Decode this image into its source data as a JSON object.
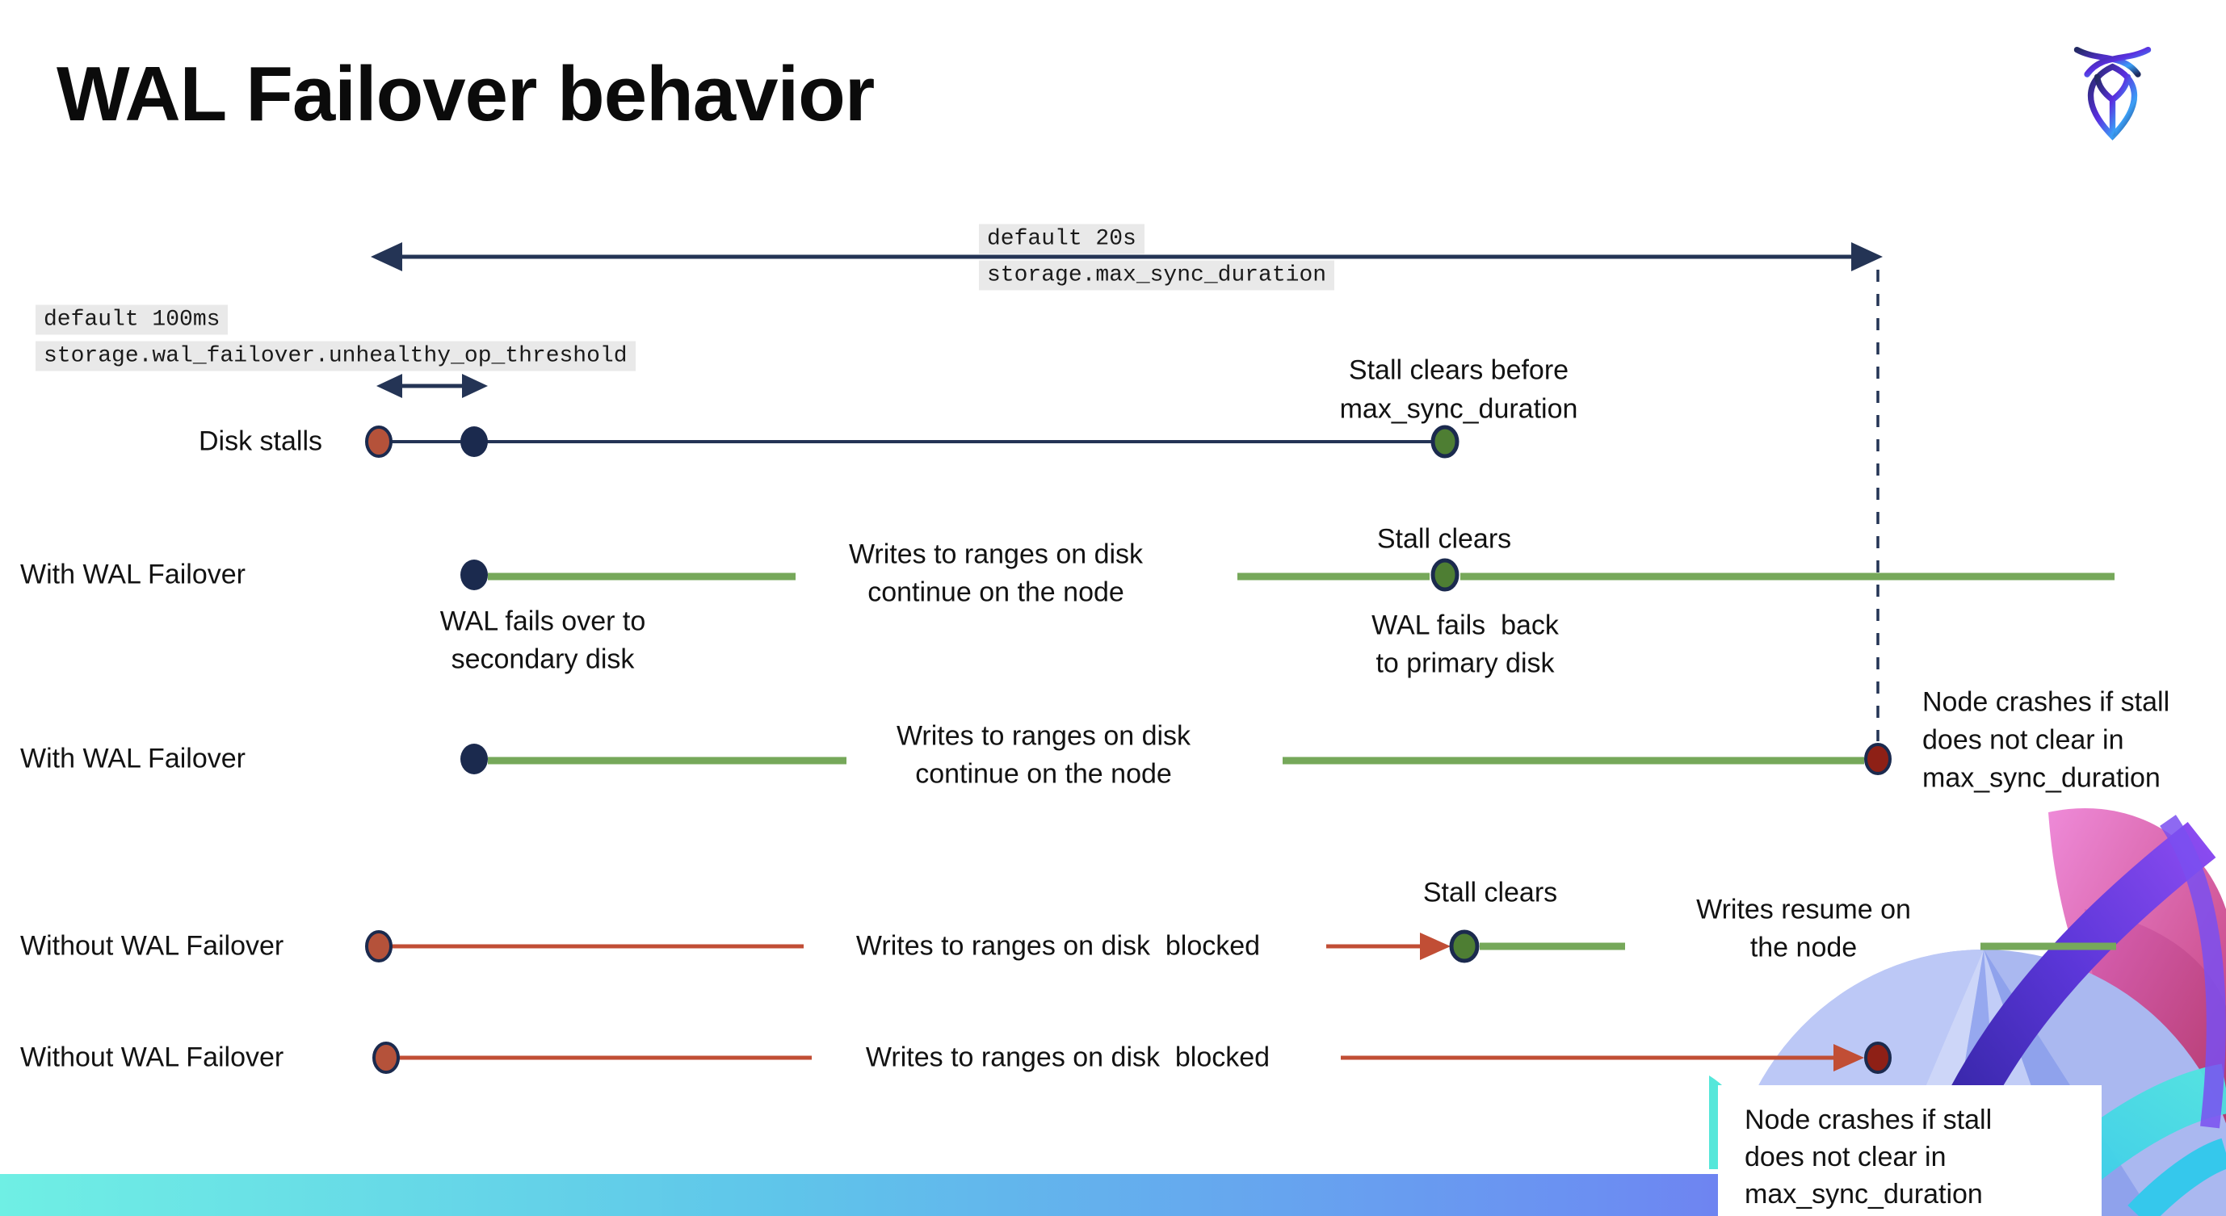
{
  "title": "WAL Failover behavior",
  "logo": {
    "name": "cockroachdb-logo-mark"
  },
  "settings": {
    "max_sync": {
      "default_value": "default 20s",
      "setting_name": "storage.max_sync_duration"
    },
    "unhealthy_op": {
      "default_value": "default 100ms",
      "setting_name": "storage.wal_failover.unhealthy_op_threshold"
    }
  },
  "rows": [
    {
      "label": "Disk stalls"
    },
    {
      "label": "With WAL Failover"
    },
    {
      "label": "With WAL Failover"
    },
    {
      "label": "Without WAL Failover"
    },
    {
      "label": "Without WAL Failover"
    }
  ],
  "annotations": {
    "stall_clears_before": {
      "line1": "Stall clears before",
      "line2": "max_sync_duration"
    },
    "stall_clears_row1": "Stall clears",
    "stall_clears_row3": "Stall clears",
    "wal_fails_over": {
      "line1": "WAL fails over to",
      "line2": "secondary disk"
    },
    "wal_fails_back": {
      "line1": "WAL fails  back",
      "line2": "to primary disk"
    },
    "writes_continue_row1": {
      "line1": "Writes to ranges on disk",
      "line2": "continue on the node"
    },
    "writes_continue_row2": {
      "line1": "Writes to ranges on disk",
      "line2": "continue on the node"
    },
    "writes_blocked_row3": "Writes to ranges on disk  blocked",
    "writes_blocked_row4": "Writes to ranges on disk  blocked",
    "writes_resume": {
      "line1": "Writes resume on",
      "line2": "the node"
    },
    "node_crashes_row2": {
      "line1": "Node crashes if stall",
      "line2": "does not clear in",
      "line3": "max_sync_duration"
    },
    "node_crashes_row4": {
      "line1": "Node crashes if stall",
      "line2": "does not clear in",
      "line3": "max_sync_duration"
    }
  },
  "colors": {
    "navy": "#243455",
    "dot_ring_navy": "#1b2a4e",
    "green_line": "#76a85a",
    "green_dot": "#4e7e33",
    "red_line": "#c14e35",
    "red_dot": "#b5523a",
    "dark_red_dot": "#8e2016",
    "code_background": "#e9e9e9",
    "bar_gradient": [
      "#6fefe4",
      "#5fc5ea",
      "#6b8ff2",
      "#7d52ec"
    ]
  }
}
